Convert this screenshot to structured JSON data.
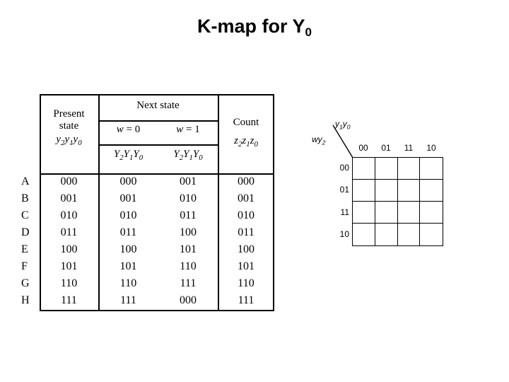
{
  "title": {
    "main": "K-map for Y",
    "subscript": "0"
  },
  "state_table": {
    "headers": {
      "present_state_line1": "Present",
      "present_state_line2": "state",
      "present_state_vars": "y2y1y0",
      "next_state": "Next state",
      "w0": "w = 0",
      "w1": "w = 1",
      "next_vars_w0": "Y2Y1Y0",
      "next_vars_w1": "Y2Y1Y0",
      "count": "Count",
      "count_vars": "z2z1z0"
    },
    "row_labels": [
      "A",
      "B",
      "C",
      "D",
      "E",
      "F",
      "G",
      "H"
    ],
    "rows": [
      {
        "present": "000",
        "next_w0": "000",
        "next_w1": "001",
        "count": "000"
      },
      {
        "present": "001",
        "next_w0": "001",
        "next_w1": "010",
        "count": "001"
      },
      {
        "present": "010",
        "next_w0": "010",
        "next_w1": "011",
        "count": "010"
      },
      {
        "present": "011",
        "next_w0": "011",
        "next_w1": "100",
        "count": "011"
      },
      {
        "present": "100",
        "next_w0": "100",
        "next_w1": "101",
        "count": "100"
      },
      {
        "present": "101",
        "next_w0": "101",
        "next_w1": "110",
        "count": "101"
      },
      {
        "present": "110",
        "next_w0": "110",
        "next_w1": "111",
        "count": "110"
      },
      {
        "present": "111",
        "next_w0": "111",
        "next_w1": "000",
        "count": "111"
      }
    ]
  },
  "kmap": {
    "top_variables": "y1y0",
    "left_variables": "wy2",
    "column_labels": [
      "00",
      "01",
      "11",
      "10"
    ],
    "row_labels": [
      "00",
      "01",
      "11",
      "10"
    ],
    "cells": [
      [
        "",
        "",
        "",
        ""
      ],
      [
        "",
        "",
        "",
        ""
      ],
      [
        "",
        "",
        "",
        ""
      ],
      [
        "",
        "",
        "",
        ""
      ]
    ]
  },
  "colors": {
    "background": "#ffffff",
    "ink": "#000000"
  }
}
